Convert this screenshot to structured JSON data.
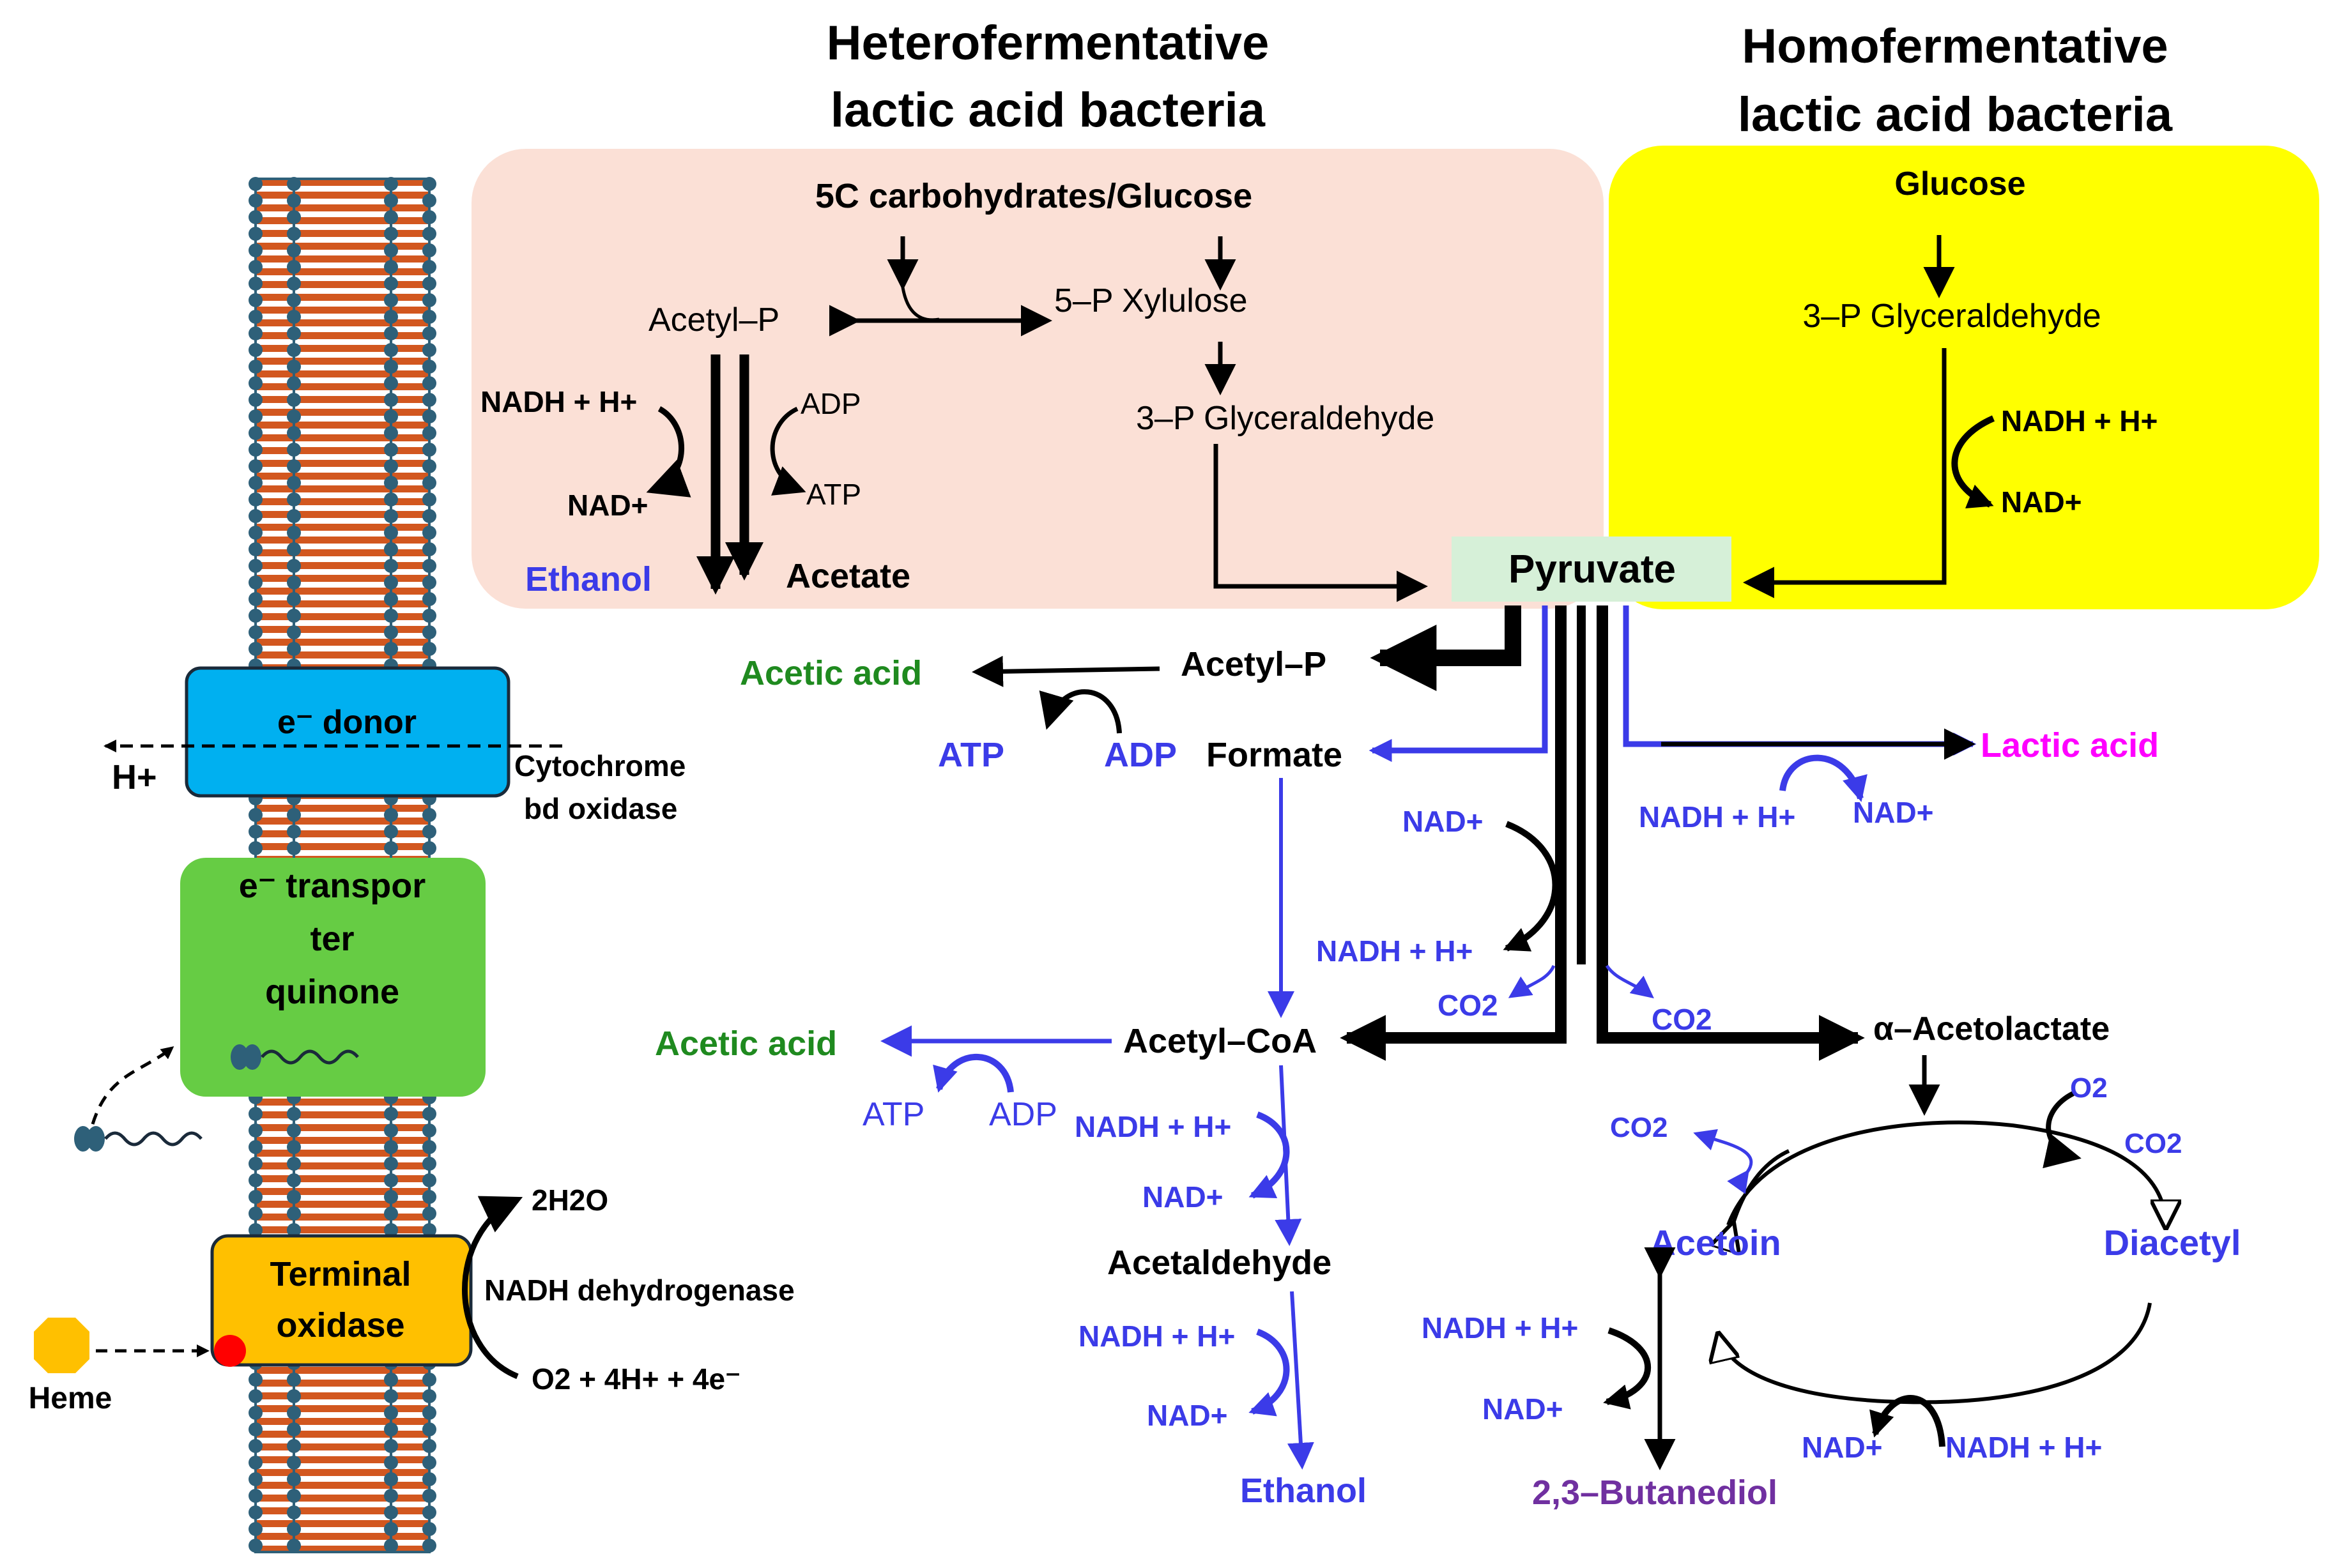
{
  "headings": {
    "hetero_line1": "Heterofermentative",
    "hetero_line2": "lactic acid bacteria",
    "homo_line1": "Homofermentative",
    "homo_line2": "lactic acid bacteria"
  },
  "colors": {
    "hetero_box": "#fbe0d6",
    "homo_box": "#ffff00",
    "pyruvate_box": "#d6f0d8",
    "membrane": "#d2571f",
    "membrane_dot": "#2e6079",
    "e_donor": "#00b0f0",
    "quinone": "#66cc44",
    "terminal_oxidase": "#ffc000",
    "heme": "#ffc000",
    "heme_site": "#ff0000",
    "black_path": "#000000",
    "blue_path": "#3b3be8",
    "acetic_acid": "#1f8a1f",
    "lactic_acid": "#ff00ff",
    "butanediol": "#7030a0"
  },
  "hetero": {
    "source": "5C carbohydrates/Glucose",
    "acetyl_p": "Acetyl–P",
    "xylulose": "5–P Xylulose",
    "g3p": "3–P Glyceraldehyde",
    "nadh": "NADH + H+",
    "nad": "NAD+",
    "adp": "ADP",
    "atp": "ATP",
    "ethanol": "Ethanol",
    "acetate": "Acetate"
  },
  "homo": {
    "glucose": "Glucose",
    "g3p": "3–P Glyceraldehyde",
    "nadh": "NADH + H+",
    "nad": "NAD+"
  },
  "pyruvate": "Pyruvate",
  "branches": {
    "acetyl_p": "Acetyl–P",
    "acetic_acid_1": "Acetic acid",
    "atp_1": "ATP",
    "adp_1": "ADP",
    "formate": "Formate",
    "nad_pfl": "NAD+",
    "nadh_pfl": "NADH + H+",
    "co2_left": "CO2",
    "co2_right": "CO2",
    "lactic_acid": "Lactic acid",
    "nadh_ldh": "NADH + H+",
    "nad_ldh": "NAD+",
    "acetyl_coa": "Acetyl–CoA",
    "acetic_acid_2": "Acetic acid",
    "atp_2": "ATP",
    "adp_2": "ADP",
    "nadh_1": "NADH + H+",
    "nad_1": "NAD+",
    "acetaldehyde": "Acetaldehyde",
    "nadh_2": "NADH + H+",
    "nad_2": "NAD+",
    "ethanol": "Ethanol",
    "acetolactate": "α–Acetolactate",
    "o2": "O2",
    "co2_diacetyl": "CO2",
    "co2_acetoin": "CO2",
    "acetoin": "Acetoin",
    "diacetyl": "Diacetyl",
    "nadh_bdo": "NADH + H+",
    "nad_bdo": "NAD+",
    "butanediol": "2,3–Butanediol",
    "nad_cycle": "NAD+",
    "nadh_cycle": "NADH + H+"
  },
  "membrane": {
    "e_donor": "e⁻ donor",
    "h_plus": "H+",
    "cytochrome_1": "Cytochrome",
    "cytochrome_2": "bd oxidase",
    "quinone_1": "e⁻ transpor",
    "quinone_2": "ter",
    "quinone_3": "quinone",
    "terminal_1": "Terminal",
    "terminal_2": "oxidase",
    "water": "2H2O",
    "nadh_dehydrogenase": "NADH dehydrogenase",
    "o2_reaction": "O2 + 4H+ + 4e⁻",
    "heme": "Heme"
  }
}
